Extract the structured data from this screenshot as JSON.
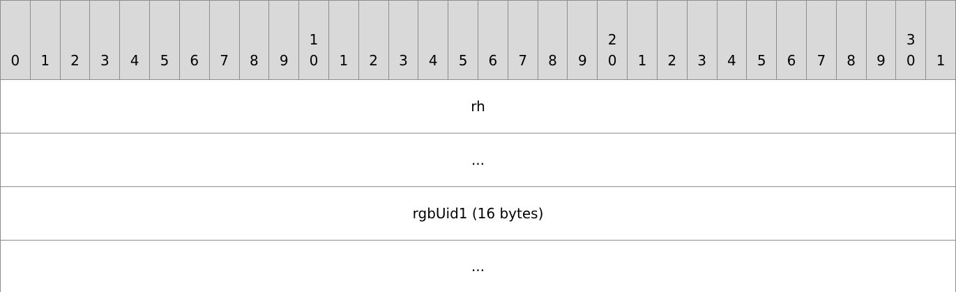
{
  "header": {
    "bits": [
      {
        "tens": "",
        "ones": "0"
      },
      {
        "tens": "",
        "ones": "1"
      },
      {
        "tens": "",
        "ones": "2"
      },
      {
        "tens": "",
        "ones": "3"
      },
      {
        "tens": "",
        "ones": "4"
      },
      {
        "tens": "",
        "ones": "5"
      },
      {
        "tens": "",
        "ones": "6"
      },
      {
        "tens": "",
        "ones": "7"
      },
      {
        "tens": "",
        "ones": "8"
      },
      {
        "tens": "",
        "ones": "9"
      },
      {
        "tens": "1",
        "ones": "0"
      },
      {
        "tens": "",
        "ones": "1"
      },
      {
        "tens": "",
        "ones": "2"
      },
      {
        "tens": "",
        "ones": "3"
      },
      {
        "tens": "",
        "ones": "4"
      },
      {
        "tens": "",
        "ones": "5"
      },
      {
        "tens": "",
        "ones": "6"
      },
      {
        "tens": "",
        "ones": "7"
      },
      {
        "tens": "",
        "ones": "8"
      },
      {
        "tens": "",
        "ones": "9"
      },
      {
        "tens": "2",
        "ones": "0"
      },
      {
        "tens": "",
        "ones": "1"
      },
      {
        "tens": "",
        "ones": "2"
      },
      {
        "tens": "",
        "ones": "3"
      },
      {
        "tens": "",
        "ones": "4"
      },
      {
        "tens": "",
        "ones": "5"
      },
      {
        "tens": "",
        "ones": "6"
      },
      {
        "tens": "",
        "ones": "7"
      },
      {
        "tens": "",
        "ones": "8"
      },
      {
        "tens": "",
        "ones": "9"
      },
      {
        "tens": "3",
        "ones": "0"
      },
      {
        "tens": "",
        "ones": "1"
      }
    ]
  },
  "rows": [
    {
      "label": "rh"
    },
    {
      "label": "..."
    },
    {
      "label": "rgbUid1 (16 bytes)"
    },
    {
      "label": "..."
    }
  ],
  "colors": {
    "header_background": "#d9d9d9",
    "border": "#8c8c8c"
  }
}
